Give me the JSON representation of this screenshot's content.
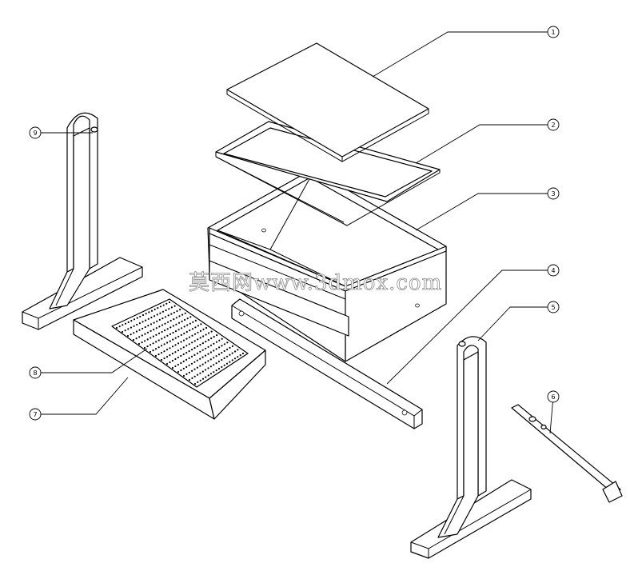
{
  "watermark": "莫西网www.3dmox.com",
  "balloons": [
    {
      "id": "balloon-1",
      "label": "1"
    },
    {
      "id": "balloon-2",
      "label": "2"
    },
    {
      "id": "balloon-3",
      "label": "3"
    },
    {
      "id": "balloon-4",
      "label": "4"
    },
    {
      "id": "balloon-5",
      "label": "5"
    },
    {
      "id": "balloon-6",
      "label": "6"
    },
    {
      "id": "balloon-7",
      "label": "7"
    },
    {
      "id": "balloon-8",
      "label": "8"
    },
    {
      "id": "balloon-9",
      "label": "9"
    }
  ]
}
